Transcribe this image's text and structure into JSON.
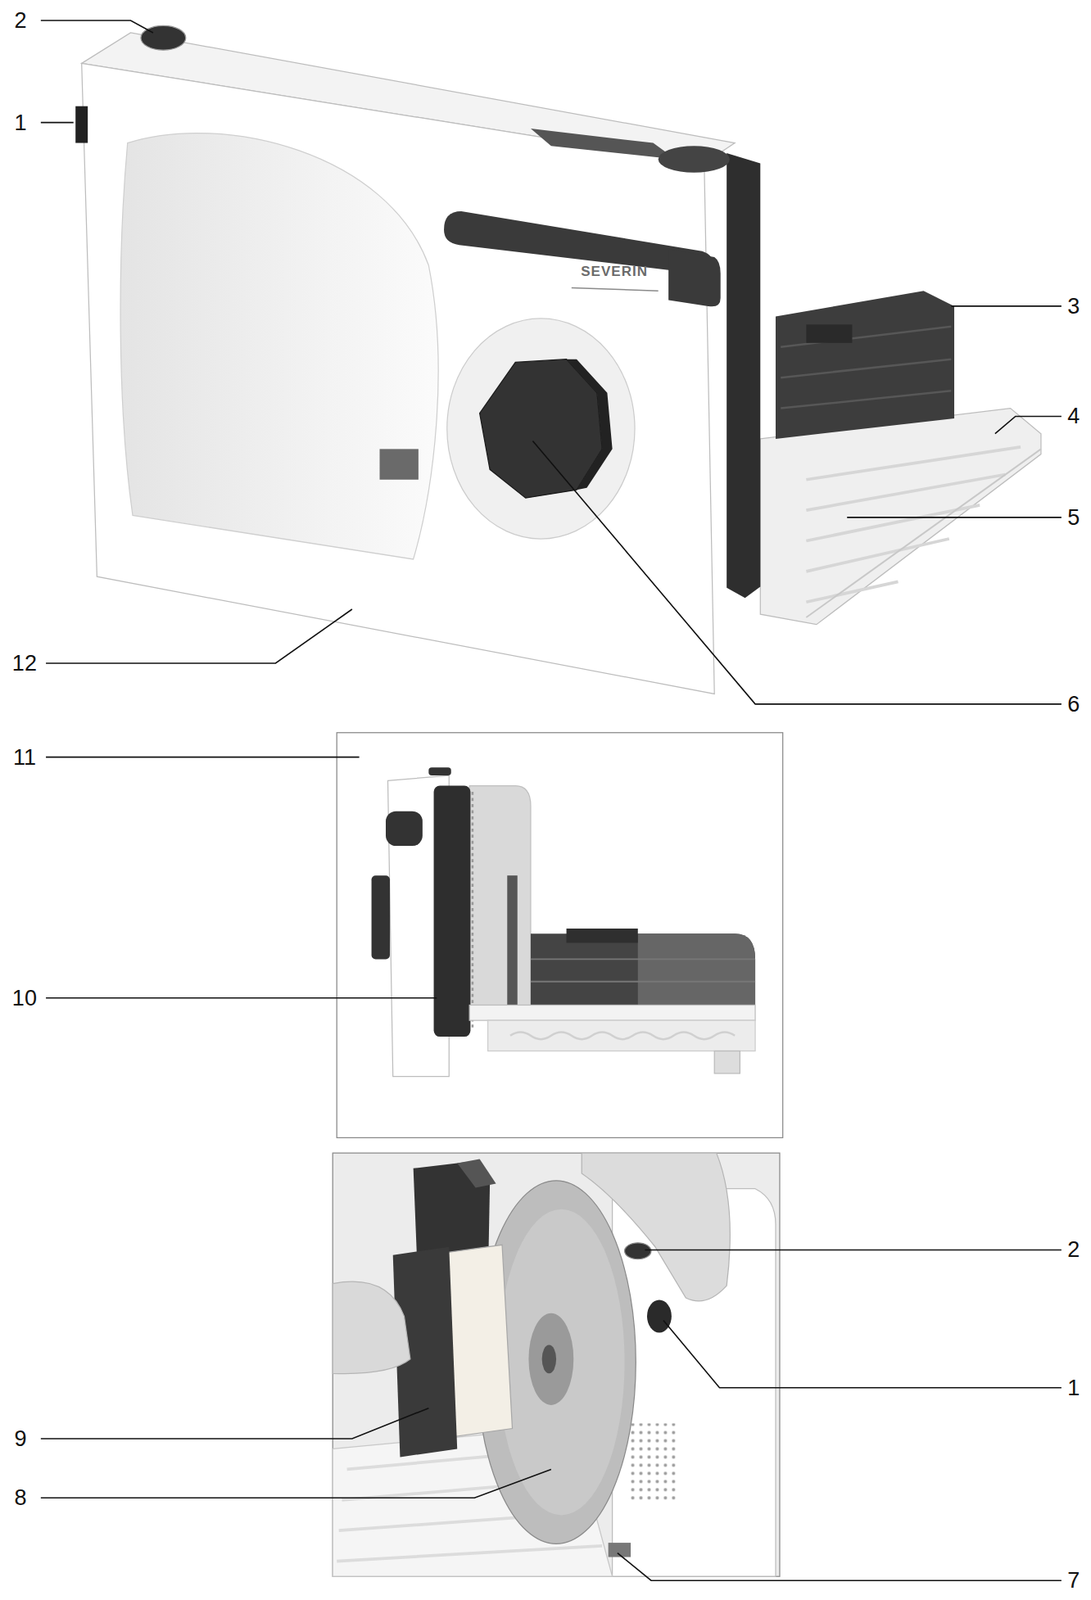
{
  "diagram": {
    "labels": [
      "2",
      "1",
      "3",
      "4",
      "5",
      "6",
      "12",
      "11",
      "10",
      "2",
      "1",
      "9",
      "8",
      "7",
      "SEVERIN"
    ]
  }
}
